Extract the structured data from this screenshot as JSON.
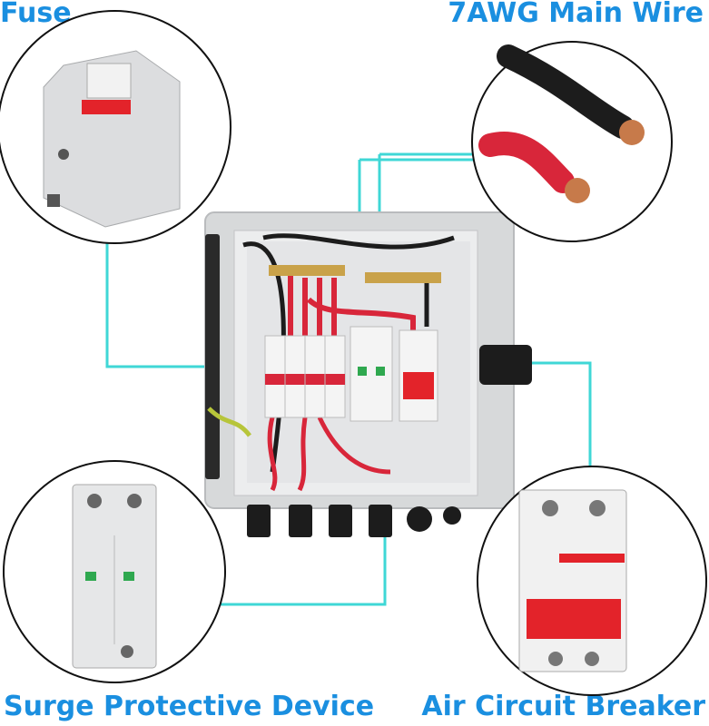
{
  "labels": {
    "fuse": "Fuse",
    "main_wire": "7AWG Main Wire",
    "surge_protective_device": "Surge Protective Device",
    "air_circuit_breaker": "Air Circuit Breaker"
  },
  "colors": {
    "label_blue": "#1a8fe0",
    "callout_line": "#3fd7d6",
    "breaker_red": "#e3232a",
    "wire_red": "#d8263a",
    "enclosure_grey": "#d7d9da"
  },
  "icons": {
    "fuse": "fuse-holder-icon",
    "wire": "wire-icon",
    "spd": "surge-protector-icon",
    "breaker": "circuit-breaker-icon"
  }
}
